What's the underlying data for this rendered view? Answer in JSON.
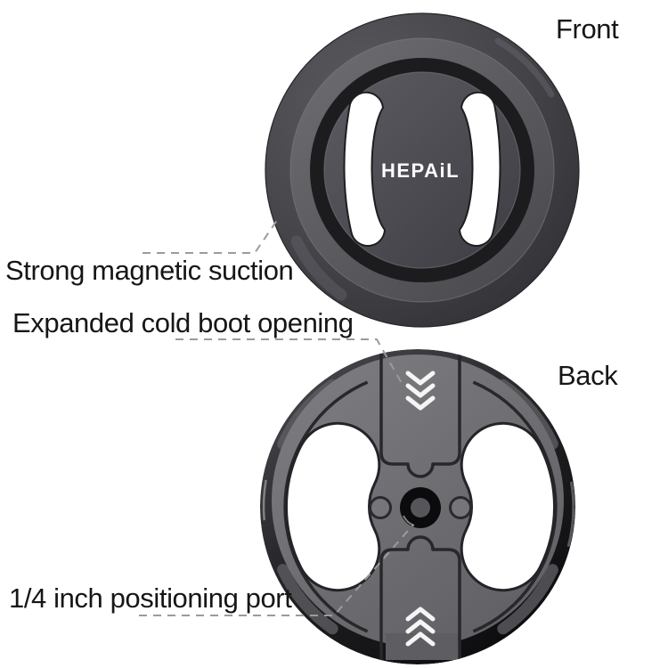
{
  "page": {
    "background_color": "#ffffff"
  },
  "product": {
    "brand": "HEPAIL",
    "logo_text": "HEPAiL"
  },
  "views": {
    "front": {
      "label": "Front"
    },
    "back": {
      "label": "Back"
    }
  },
  "annotations": {
    "magnetic": {
      "text": "Strong magnetic suction",
      "target": "front-disc-rim"
    },
    "cold_boot": {
      "text": "Expanded cold boot opening",
      "target": "back-cold-shoe-channel"
    },
    "positioning": {
      "text": "1/4 inch positioning port",
      "target": "back-center-screw-hole"
    }
  },
  "icons": {
    "back_top": "triple-chevron-down-icon",
    "back_bottom": "triple-chevron-up-icon"
  },
  "colors": {
    "front_ring": "#4b4b50",
    "front_groove": "#1d1d20",
    "front_face": "#4f4f55",
    "back_ring": "#1b1b1e",
    "back_face": "#6e6e72",
    "cutout": "#ffffff",
    "label_text": "#161616",
    "leader_line": "#9b9b9b",
    "logo": "#ffffff",
    "chevron": "#f5f5f5"
  }
}
